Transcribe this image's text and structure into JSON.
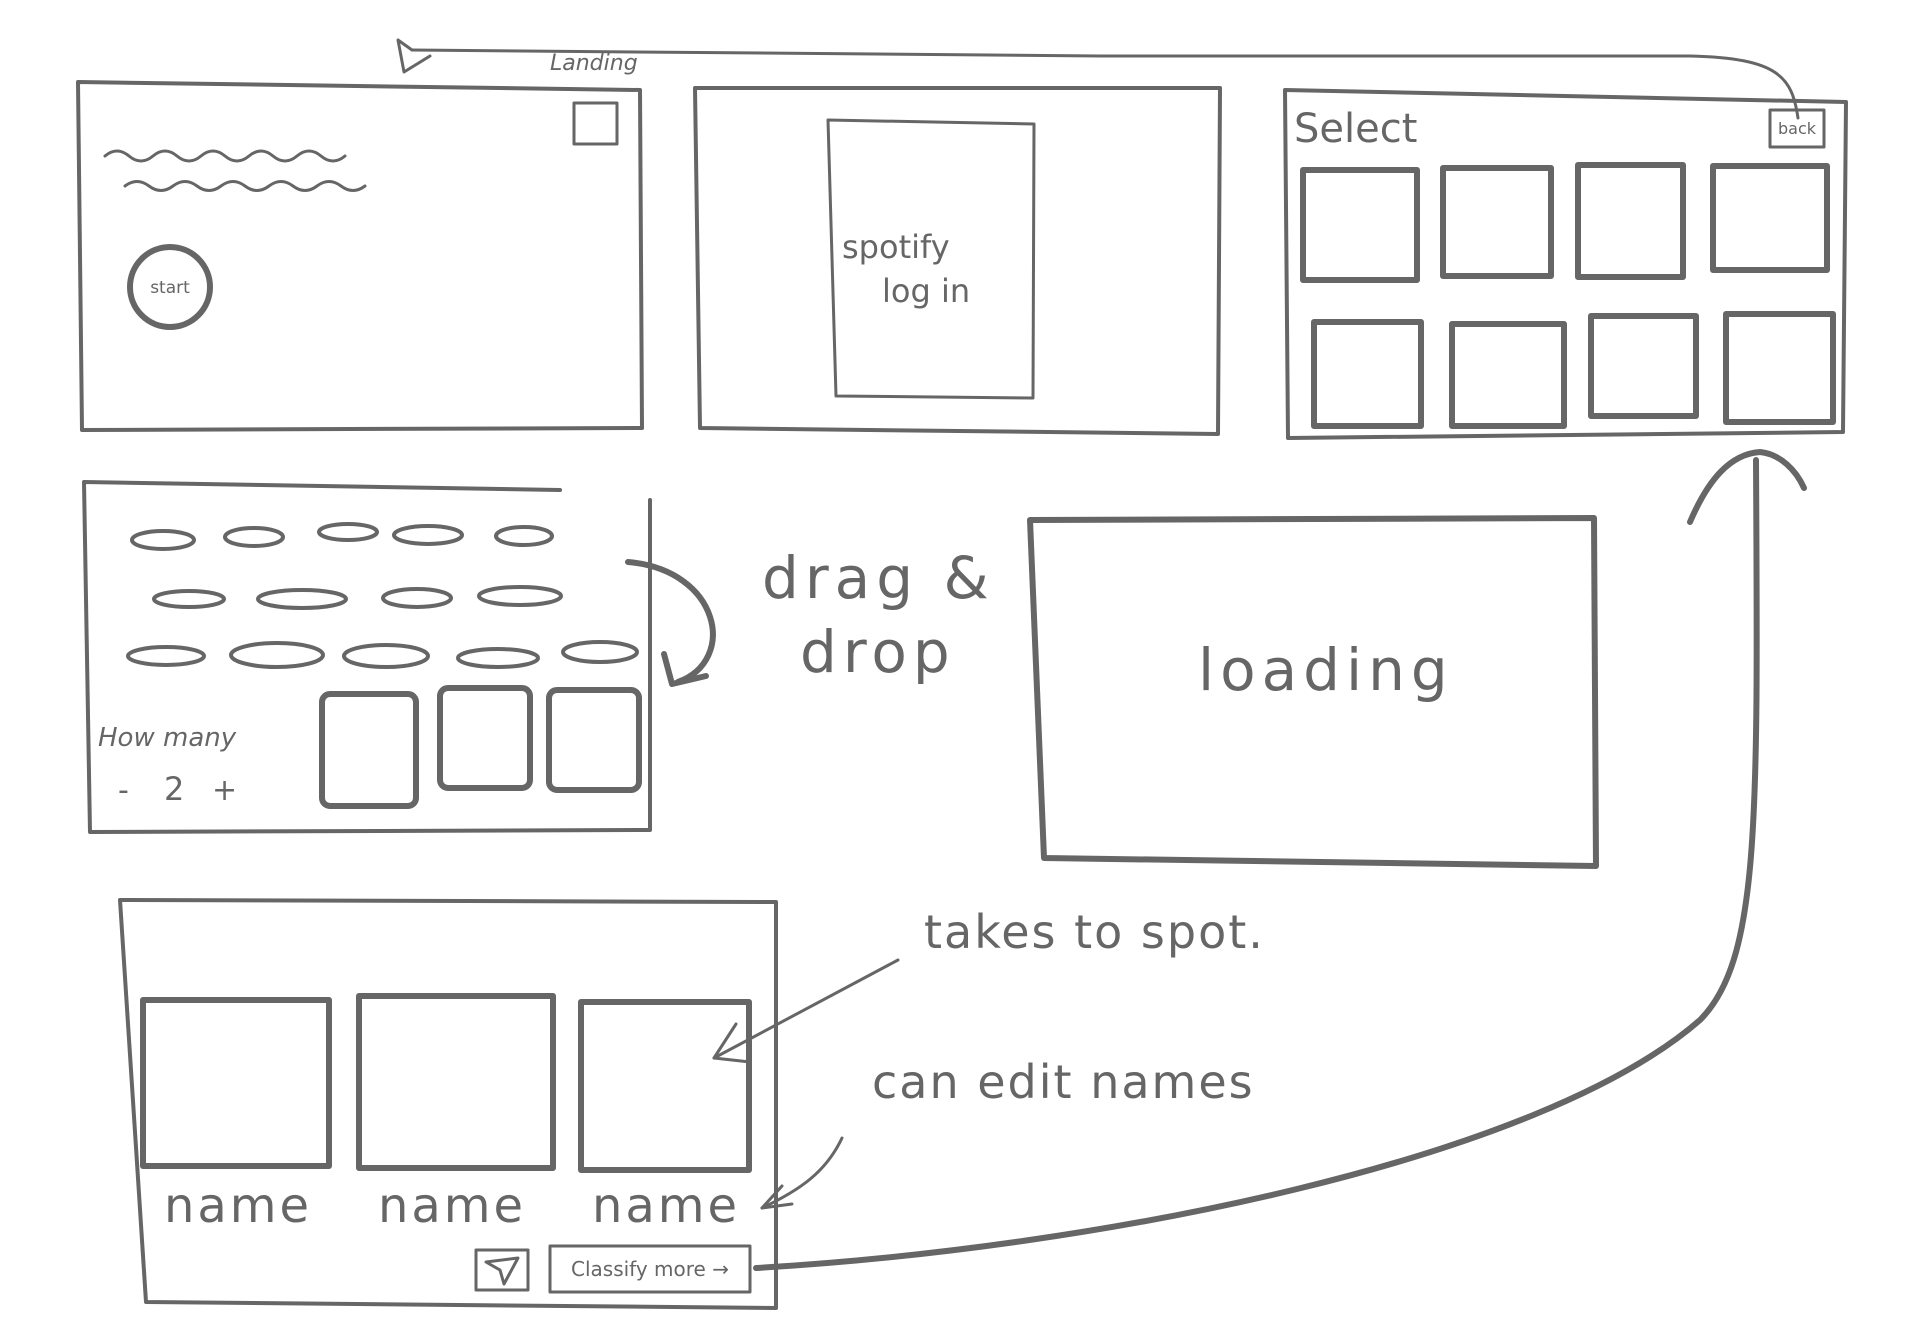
{
  "landing": {
    "title": "Landing",
    "start_label": "start"
  },
  "spotify": {
    "login_line1": "spotify",
    "login_line2": "log in"
  },
  "select": {
    "title": "Select",
    "back_label": "back"
  },
  "arrange": {
    "how_many_label": "How many",
    "minus_label": "-",
    "count": "2",
    "plus_label": "+"
  },
  "notes": {
    "drag_line1": "drag &",
    "drag_line2": "drop",
    "takes_to_spot": "takes to spot.",
    "can_edit_names": "can edit names"
  },
  "loading": {
    "label": "loading"
  },
  "results": {
    "names": [
      "name",
      "name",
      "name"
    ],
    "classify_more_label": "Classify more →",
    "send_icon": "send-icon"
  },
  "colors": {
    "ink": "#666666",
    "paper": "#ffffff"
  }
}
